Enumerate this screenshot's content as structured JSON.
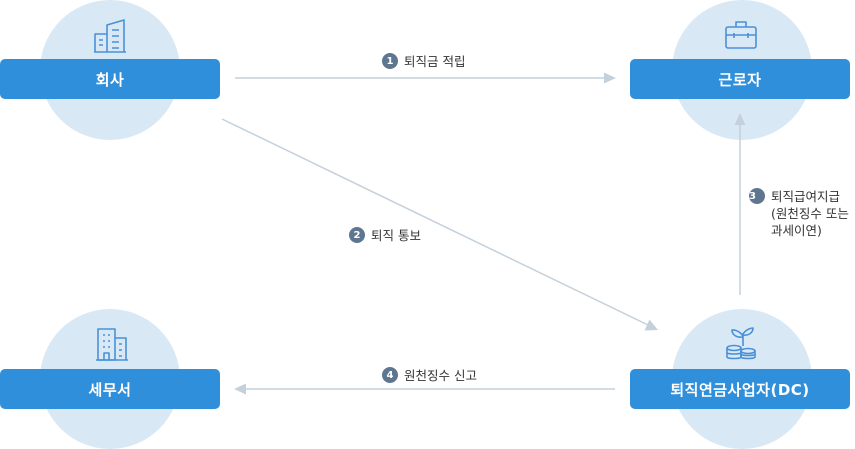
{
  "nodes": {
    "company": "회사",
    "worker": "근로자",
    "tax_office": "세무서",
    "provider": "퇴직연금사업자(DC)"
  },
  "steps": [
    {
      "num": "1",
      "lines": [
        "퇴직금 적립"
      ]
    },
    {
      "num": "2",
      "lines": [
        "퇴직 통보"
      ]
    },
    {
      "num": "3",
      "lines": [
        "퇴직급여지급",
        "(원천징수 또는",
        "과세이연)"
      ]
    },
    {
      "num": "4",
      "lines": [
        "원천징수 신고"
      ]
    }
  ],
  "icons": {
    "company": "office-building-icon",
    "worker": "briefcase-icon",
    "tax_office": "tax-office-building-icon",
    "provider": "coin-plant-icon"
  },
  "colors": {
    "box": "#2f8fdb",
    "bubble": "#d8e8f5",
    "icon": "#4a90d9",
    "arrow": "#c4d0dc",
    "badge": "#5f7690"
  }
}
